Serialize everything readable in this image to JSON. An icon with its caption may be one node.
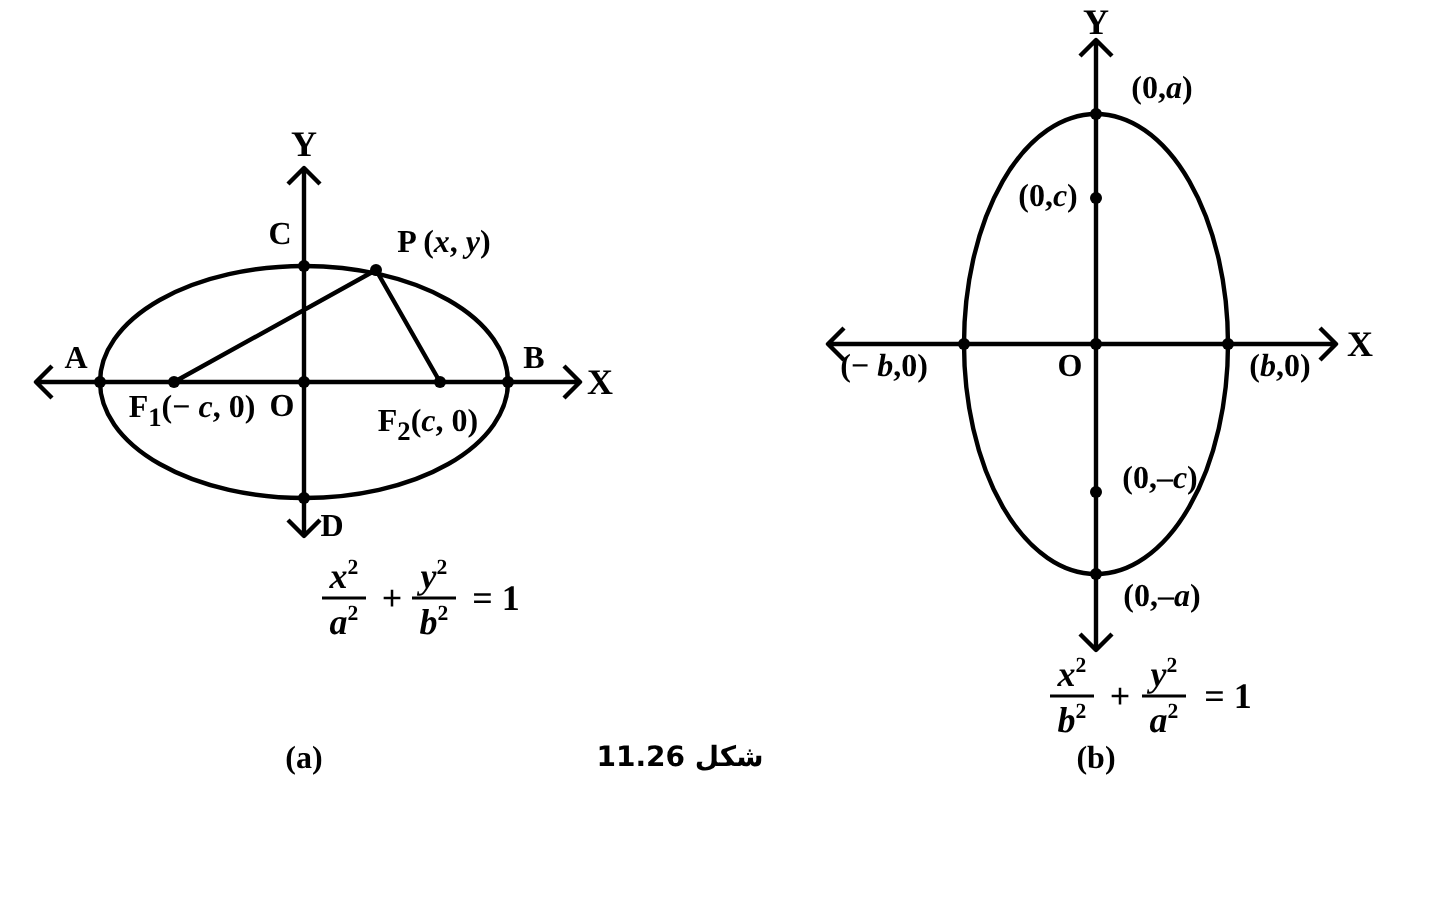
{
  "diagram": {
    "labels": [
      "Y",
      "C",
      "P (*x*, *y*)",
      "A",
      "B",
      "X",
      "F$_{1}$(− *c*, 0)",
      "O",
      "F$_{2}$(*c*, 0)",
      "D",
      "*x*$^{2}$",
      "*y*$^{2}$",
      "+",
      "= 1",
      "*a*$^{2}$",
      "*b*$^{2}$",
      "Y",
      "(0,*a*)",
      "(0,*c*)",
      "X",
      "(− *b*,0)",
      "O",
      "(*b*,0)",
      "(0,–*c*)",
      "(0,–*a*)",
      "*x*$^{2}$",
      "*y*$^{2}$",
      "+",
      "= 1",
      "*b*$^{2}$",
      "*a*$^{2}$",
      "(a)",
      "شکل 11.26",
      "(b)"
    ]
  }
}
